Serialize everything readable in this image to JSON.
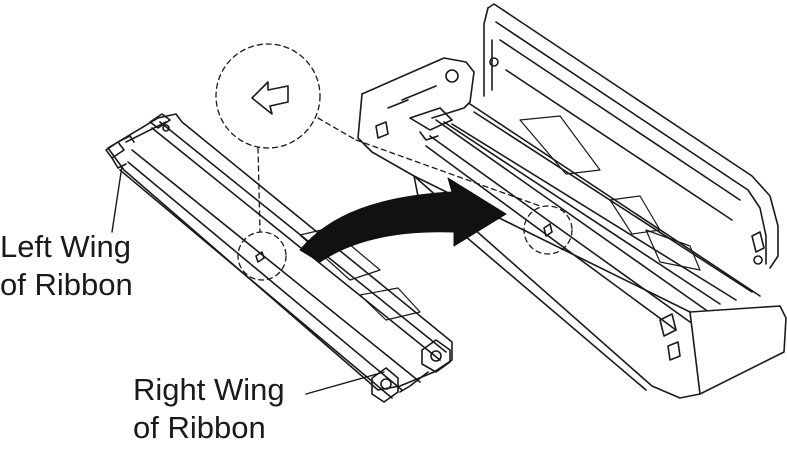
{
  "callouts": {
    "left_wing": {
      "line1": "Left Wing",
      "line2": "of Ribbon"
    },
    "right_wing": {
      "line1": "Right Wing",
      "line2": "of Ribbon"
    }
  },
  "colors": {
    "line": "#1a1a1a",
    "arrow_fill": "#111111",
    "background": "#ffffff"
  },
  "icons": [
    "direction-arrow-icon",
    "insertion-arrow-icon"
  ]
}
